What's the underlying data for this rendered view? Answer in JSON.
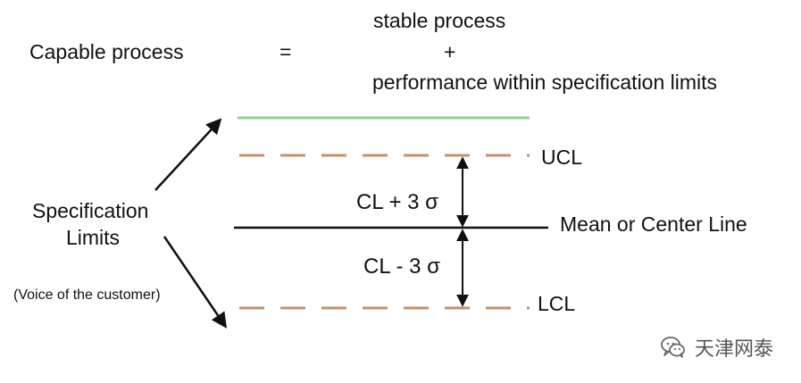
{
  "equation": {
    "left": "Capable process",
    "equals": "=",
    "top": "stable process",
    "plus": "+",
    "bottom": "performance within specification limits"
  },
  "labels": {
    "ucl": "UCL",
    "mean": "Mean or Center Line",
    "lcl": "LCL",
    "cl_plus": "CL + 3 σ",
    "cl_minus": "CL - 3 σ",
    "spec_line1": "Specification",
    "spec_line2": "Limits",
    "voice": "(Voice of the customer)"
  },
  "watermark": {
    "icon": "wechat-icon",
    "text": "天津网泰"
  },
  "colors": {
    "spec_line": "#92d28f",
    "control_limit": "#c4906f",
    "mean_line": "#111111",
    "arrow": "#111111"
  }
}
